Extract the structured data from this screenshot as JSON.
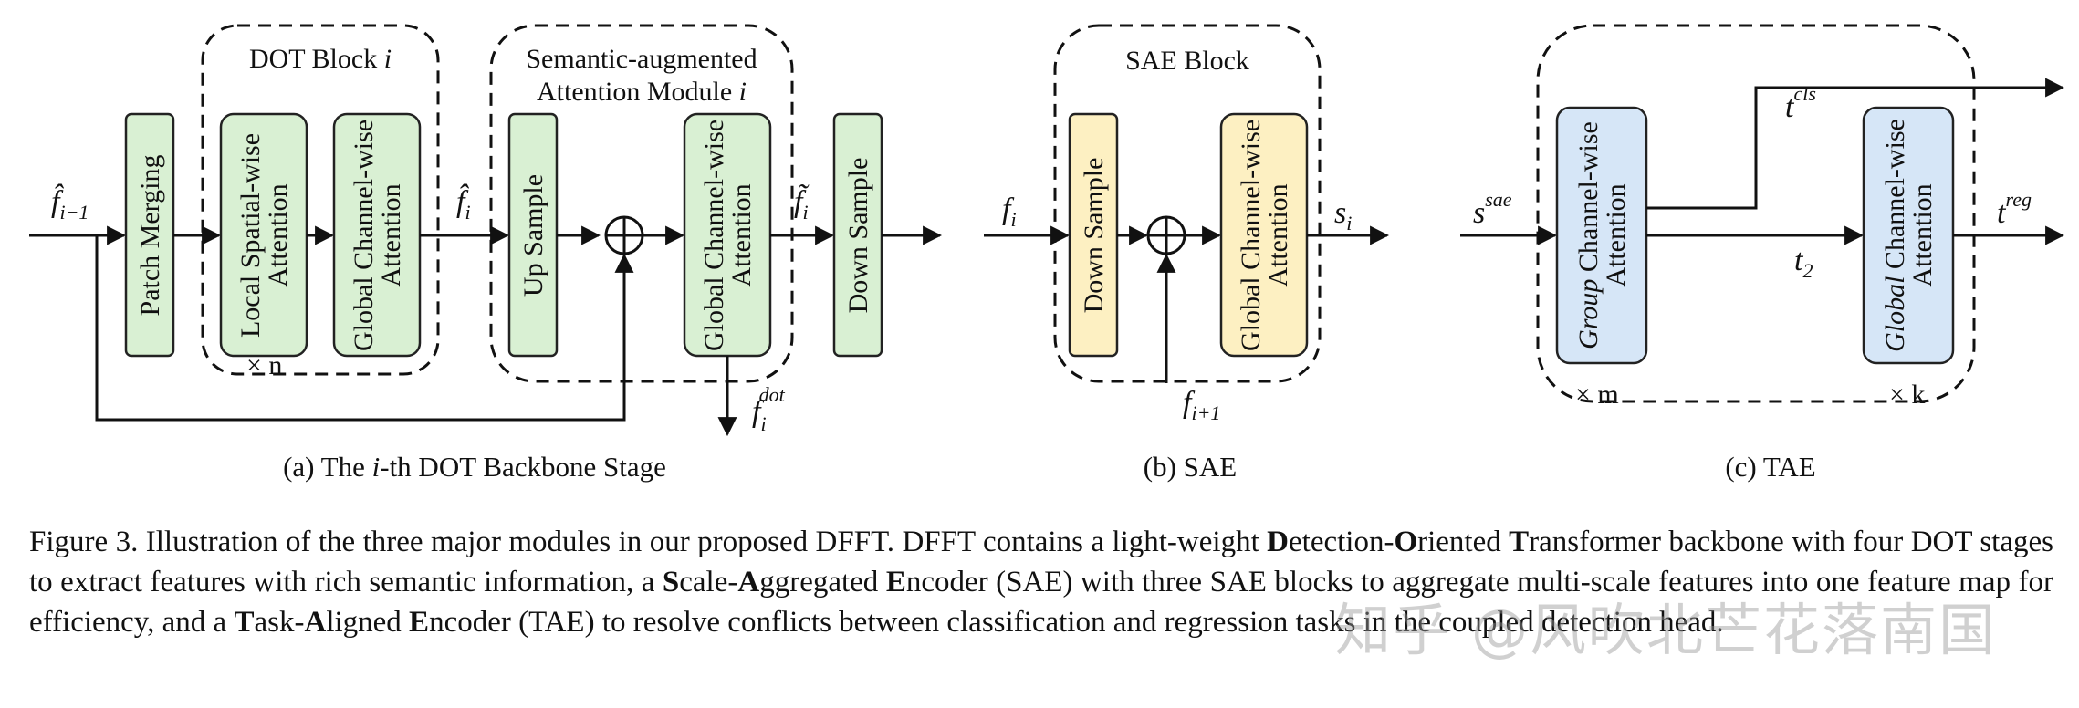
{
  "figure": {
    "panel_a": {
      "input_label": "f̂",
      "input_sub": "i−1",
      "patch_merging": "Patch Merging",
      "dot_block_title": "DOT Block ",
      "dot_block_i": "i",
      "local_attn_1": "Local Spatial-wise",
      "local_attn_2": "Attention",
      "global_attn_1": "Global Channel-wise",
      "global_attn_2": "Attention",
      "repeat": "× n",
      "fhat_i": "f̂",
      "fhat_i_sub": "i",
      "sam_title_1": "Semantic-augmented",
      "sam_title_2": "Attention Module ",
      "sam_i": "i",
      "up_sample": "Up Sample",
      "sam_global_1": "Global Channel-wise",
      "sam_global_2": "Attention",
      "ftilde_i": "f̃",
      "ftilde_sub": "i",
      "down_sample": "Down Sample",
      "fdot": "f",
      "fdot_sub": "i",
      "fdot_sup": "dot",
      "caption_pre": "(a) The ",
      "caption_i": "i",
      "caption_post": "-th DOT Backbone Stage"
    },
    "panel_b": {
      "title": "SAE Block",
      "input_label": "f",
      "input_sub": "i",
      "down_sample": "Down Sample",
      "global_1": "Global Channel-wise",
      "global_2": "Attention",
      "output_label": "s",
      "output_sub": "i",
      "bottom_label": "f",
      "bottom_sub": "i+1",
      "caption": "(b) SAE"
    },
    "panel_c": {
      "input_label": "s",
      "input_sup": "sae",
      "group_1_italic": "Group",
      "group_1_rest": " Channel-wise",
      "group_2": "Attention",
      "repeat_m": "× m",
      "tcls": "t",
      "tcls_sup": "cls",
      "t2": "t",
      "t2_sub": "2",
      "global_1_italic": "Global",
      "global_1_rest": " Channel-wise",
      "global_2": "Attention",
      "repeat_k": "× k",
      "treg": "t",
      "treg_sup": "reg",
      "caption": "(c) TAE"
    },
    "colors": {
      "green_fill": "#d9f0d3",
      "green_stroke": "#222222",
      "yellow_fill": "#fdf0c2",
      "blue_fill": "#d6e6f7"
    }
  },
  "caption": {
    "p1": "Figure 3. Illustration of the three major modules in our proposed DFFT. DFFT contains a light-weight ",
    "b1": "D",
    "p2": "etection-",
    "b2": "O",
    "p3": "riented ",
    "b3": "T",
    "p4": "ransformer backbone with four DOT stages to extract features with rich semantic information, a ",
    "b4": "S",
    "p5": "cale-",
    "b5": "A",
    "p6": "ggregated ",
    "b6": "E",
    "p7": "ncoder (SAE) with three SAE blocks to aggregate multi-scale features into one feature map for efficiency, and a ",
    "b7": "T",
    "p8": "ask-",
    "b8": "A",
    "p9": "ligned ",
    "b9": "E",
    "p10": "ncoder (TAE) to resolve conflicts between classification and regression tasks in the coupled detection head."
  },
  "watermark": "知乎 @风吹北芒花落南国"
}
